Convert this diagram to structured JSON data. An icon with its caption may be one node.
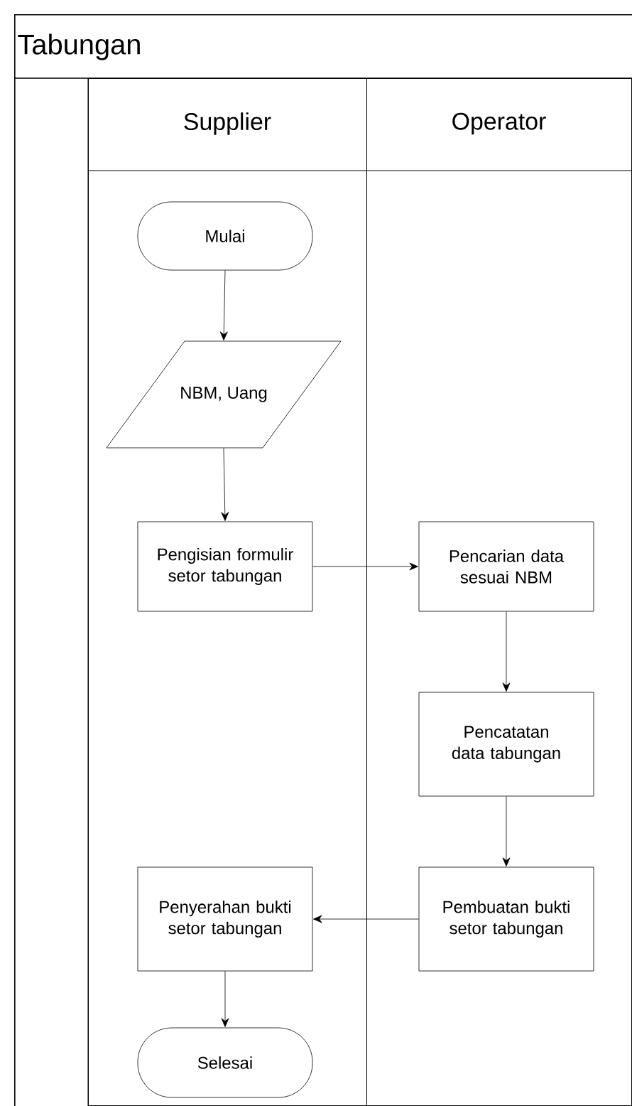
{
  "diagram": {
    "nodes": [
      {
        "text": [
          "Tabungan"
        ]
      },
      {
        "text": [
          "Supplier"
        ],
        "in": 0
      },
      {
        "text": [
          "Operator"
        ],
        "in": 0
      },
      {
        "text": [
          "Mulai"
        ],
        "in": 1
      },
      {
        "text": [
          "NBM, Uang"
        ],
        "in": 1
      },
      {
        "text": [
          "Pengisian formulir setor tabungan"
        ],
        "in": 1
      },
      {
        "text": [
          "Pencarian data sesuai NBM"
        ],
        "in": 2
      },
      {
        "text": [
          "Pencatatan data tabungan"
        ],
        "in": 2
      },
      {
        "text": [
          "Pembuatan bukti setor tabungan"
        ],
        "in": 2
      },
      {
        "text": [
          "Penyerahan bukti setor tabungan"
        ],
        "in": 1
      },
      {
        "text": [
          "Selesai"
        ],
        "in": 1
      }
    ],
    "edges": [
      {
        "from": 3,
        "to": 4,
        "arrow": "to"
      },
      {
        "from": 4,
        "to": 5,
        "arrow": "to"
      },
      {
        "from": 5,
        "to": 6,
        "arrow": "to"
      },
      {
        "from": 6,
        "to": 7,
        "arrow": "to"
      },
      {
        "from": 7,
        "to": 8,
        "arrow": "to"
      },
      {
        "from": 8,
        "to": 9,
        "arrow": "to"
      },
      {
        "from": 9,
        "to": 10,
        "arrow": "to"
      }
    ]
  }
}
